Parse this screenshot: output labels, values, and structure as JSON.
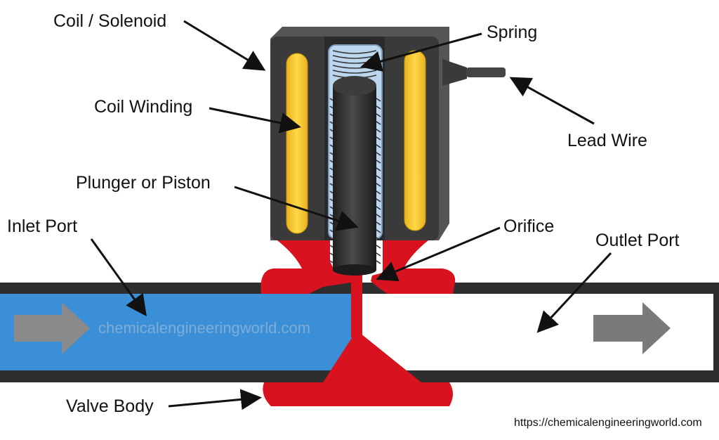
{
  "labels": {
    "coil_solenoid": "Coil / Solenoid",
    "spring": "Spring",
    "coil_winding": "Coil Winding",
    "lead_wire": "Lead Wire",
    "plunger": "Plunger or Piston",
    "orifice": "Orifice",
    "inlet_port": "Inlet Port",
    "outlet_port": "Outlet Port",
    "valve_body": "Valve Body"
  },
  "watermark": "chemicalengineeringworld.com",
  "source_url": "https://chemicalengineeringworld.com",
  "colors": {
    "housing": "#3a3a3a",
    "housing_light": "#4a4a4a",
    "coil": "#f5c531",
    "spring_tube": "#bcd6ee",
    "plunger": "#2f2f2f",
    "valve_body": "#d8131f",
    "inlet_fluid": "#3a8fd6",
    "pipe_wall": "#2e2e2e",
    "flow_arrow": "#7a7a7a"
  }
}
